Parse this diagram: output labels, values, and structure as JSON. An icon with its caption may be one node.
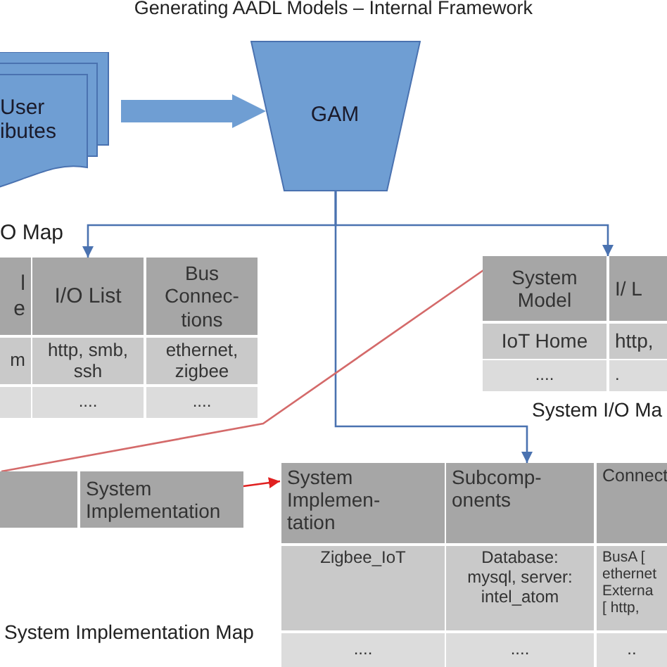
{
  "diagram": {
    "title": "Generating AADL Models – Internal Framework",
    "nodes": [
      {
        "text": [
          "User ibutes"
        ]
      },
      {
        "text": [
          "GAM"
        ]
      },
      {
        "text": [
          "l e"
        ]
      },
      {
        "text": [
          "I/O List"
        ]
      },
      {
        "text": [
          "Bus Connec- tions"
        ]
      },
      {
        "text": [
          "m"
        ]
      },
      {
        "text": [
          "http, smb, ssh"
        ]
      },
      {
        "text": [
          "ethernet, zigbee"
        ]
      },
      {
        "text": [],
        "shape": "box"
      },
      {
        "text": [
          "...."
        ]
      },
      {
        "text": [
          "...."
        ]
      },
      {
        "text": [
          "System Model"
        ]
      },
      {
        "text": [
          "I/ L"
        ]
      },
      {
        "text": [
          "IoT Home"
        ]
      },
      {
        "text": [
          "http,"
        ]
      },
      {
        "text": [
          "...."
        ]
      },
      {
        "text": [
          "."
        ]
      },
      {
        "text": [],
        "shape": "box"
      },
      {
        "text": [
          "System Implementation"
        ]
      },
      {
        "text": [
          "System Implemen- tation"
        ]
      },
      {
        "text": [
          "Subcomp- onents"
        ]
      },
      {
        "text": [
          "Connect"
        ]
      },
      {
        "text": [
          "Zigbee_IoT"
        ]
      },
      {
        "text": [
          "Database: mysql, server: intel_atom"
        ]
      },
      {
        "text": [
          "BusA [ ethernet Externa [ http,"
        ]
      },
      {
        "text": [
          "...."
        ]
      },
      {
        "text": [
          "...."
        ]
      },
      {
        "text": [
          ".."
        ]
      }
    ],
    "edges": [
      {
        "from": 0,
        "to": 1,
        "arrow": "to",
        "style": "thick"
      },
      {
        "from": 1,
        "to": 3,
        "arrow": "to"
      },
      {
        "from": 1,
        "to": 11,
        "arrow": "to"
      },
      {
        "from": 1,
        "to": 20,
        "arrow": "to"
      },
      {
        "from": 17,
        "to": 11,
        "arrow": "none",
        "color": "#d46a6a"
      },
      {
        "from": 18,
        "to": 19,
        "arrow": "to",
        "color": "#e02020"
      }
    ],
    "labels": [
      "O Map",
      "System I/O Ma",
      "System Implementation Map"
    ]
  }
}
